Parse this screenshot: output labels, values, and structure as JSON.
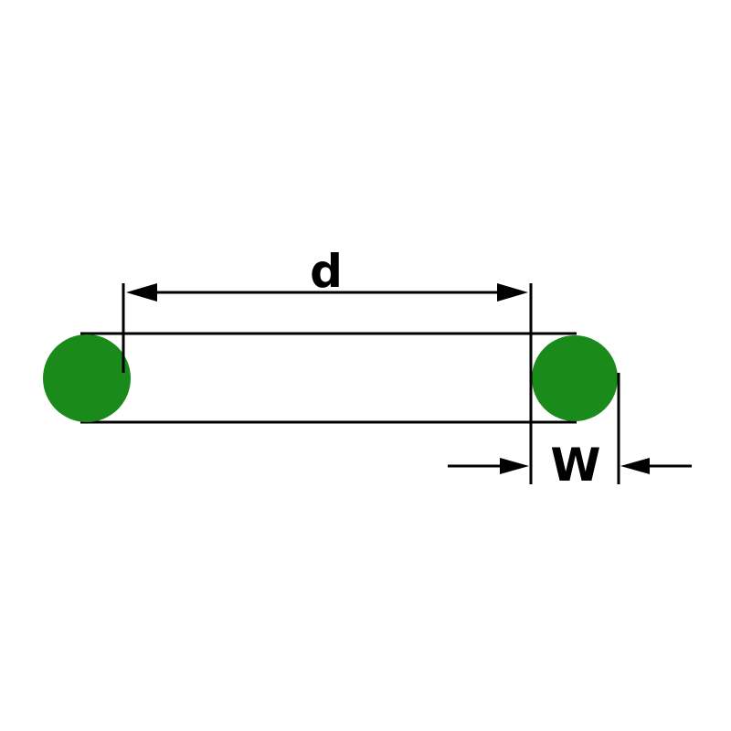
{
  "diagram": {
    "type": "o-ring-dimension-drawing",
    "labels": {
      "inner_diameter": "d",
      "cross_section_width": "W"
    },
    "colors": {
      "oring_green": "#1a8a1a",
      "line_black": "#000000",
      "background": "#ffffff"
    }
  }
}
